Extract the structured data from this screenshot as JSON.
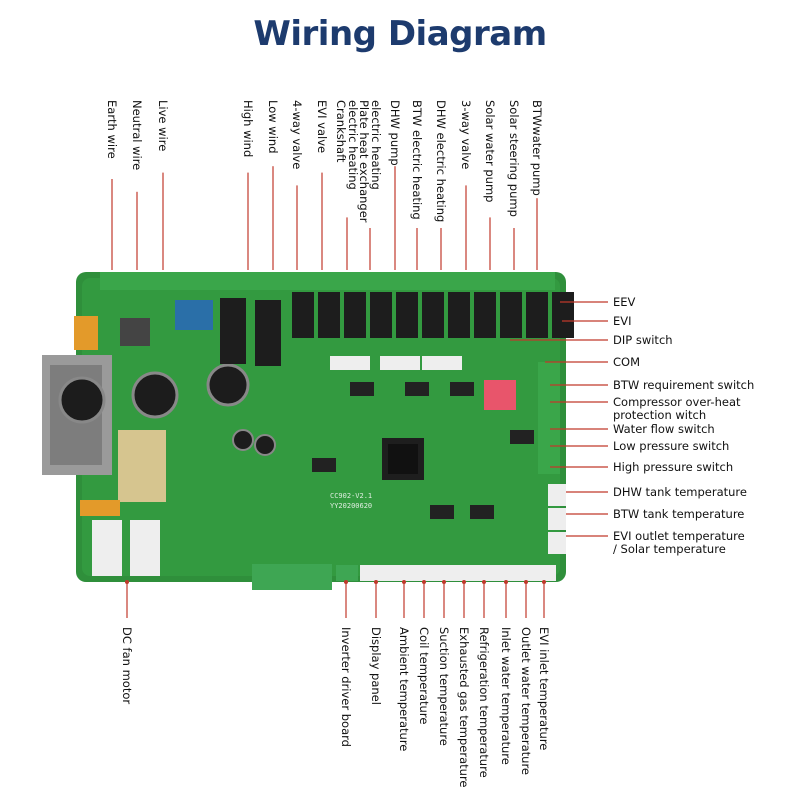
{
  "title": "Wiring Diagram",
  "board": {
    "model": "CC902-V2.1",
    "date": "YY20200620"
  },
  "colors": {
    "title": "#1d3b6e",
    "line": "#c0392b",
    "pcb": "#2e8b3a"
  },
  "top_labels": [
    {
      "lines": [
        "Earth wire"
      ]
    },
    {
      "lines": [
        "Neutral wire"
      ]
    },
    {
      "lines": [
        "Live wire"
      ]
    },
    {
      "lines": [
        "High wind"
      ]
    },
    {
      "lines": [
        "Low wind"
      ]
    },
    {
      "lines": [
        "4-way valve"
      ]
    },
    {
      "lines": [
        "EVI valve"
      ]
    },
    {
      "lines": [
        "Crankshaft",
        "electric heating"
      ]
    },
    {
      "lines": [
        "Plate heat exchanger",
        "electric heating"
      ]
    },
    {
      "lines": [
        "DHW pump"
      ]
    },
    {
      "lines": [
        "BTW electric heating"
      ]
    },
    {
      "lines": [
        "DHW electric heating"
      ]
    },
    {
      "lines": [
        "3-way valve"
      ]
    },
    {
      "lines": [
        "Solar water pump"
      ]
    },
    {
      "lines": [
        "Solar steering pump"
      ]
    },
    {
      "lines": [
        "BTWwater pump"
      ]
    }
  ],
  "right_labels": [
    {
      "lines": [
        "EEV"
      ]
    },
    {
      "lines": [
        "EVI"
      ]
    },
    {
      "lines": [
        "DIP switch"
      ]
    },
    {
      "lines": [
        "COM"
      ]
    },
    {
      "lines": [
        "BTW requirement switch"
      ]
    },
    {
      "lines": [
        "Compressor over-heat",
        "protection witch"
      ]
    },
    {
      "lines": [
        "Water flow switch"
      ]
    },
    {
      "lines": [
        "Low pressure switch"
      ]
    },
    {
      "lines": [
        "High pressure switch"
      ]
    },
    {
      "lines": [
        "DHW tank temperature"
      ]
    },
    {
      "lines": [
        "BTW tank temperature"
      ]
    },
    {
      "lines": [
        "EVI outlet temperature",
        "/ Solar temperature"
      ]
    }
  ],
  "bottom_labels": [
    {
      "lines": [
        "DC fan motor"
      ]
    },
    {
      "lines": [
        "Inverter driver board"
      ]
    },
    {
      "lines": [
        "Display panel"
      ]
    },
    {
      "lines": [
        "Ambient temperature"
      ]
    },
    {
      "lines": [
        "Coil temperature"
      ]
    },
    {
      "lines": [
        "Suction temperature"
      ]
    },
    {
      "lines": [
        "Exhausted gas temperature"
      ]
    },
    {
      "lines": [
        "Refrigeration temperature"
      ]
    },
    {
      "lines": [
        "Inlet water temperature"
      ]
    },
    {
      "lines": [
        "Outlet water temperature"
      ]
    },
    {
      "lines": [
        "EVI inlet temperature"
      ]
    }
  ]
}
